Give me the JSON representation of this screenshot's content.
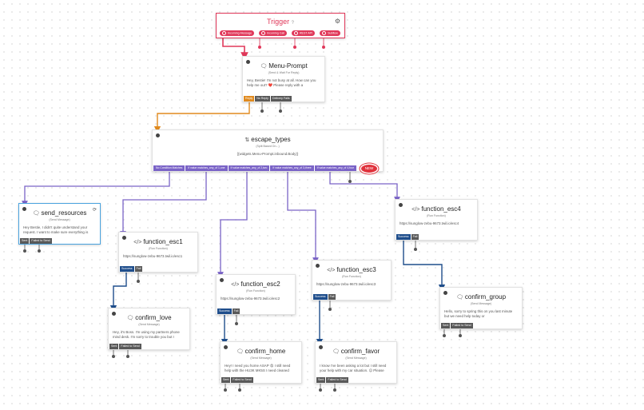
{
  "trigger": {
    "title": "Trigger",
    "help_icon": "help-icon",
    "settings_icon": "gear-icon",
    "ports": [
      "Incoming Message",
      "Incoming Call",
      "REST API",
      "Subflow"
    ]
  },
  "nodes": {
    "menu_prompt": {
      "title": "Menu-Prompt",
      "subtitle": "(Send & Wait For Reply)",
      "body": "Hey, Bestie! I'm not busy at all. How can you help me out? ❤️ Please reply with a",
      "ports": [
        "Reply",
        "No Reply",
        "Delivery Fails"
      ]
    },
    "escape_types": {
      "title": "escape_types",
      "subtitle": "(Split Based On...)",
      "body": "{{widgets.Menu-Prompt.inbound.Body}}",
      "ports": [
        "No Condition Matches",
        "If value matches_any_of 1,one",
        "If value matches_any_of 2,two",
        "If value matches_any_of 3,three",
        "If value matches_any_of 4,four"
      ],
      "badge": "NEW"
    },
    "send_resources": {
      "title": "send_resources",
      "subtitle": "(Send Message)",
      "body": "Hey Bestie, I didn't quite understand your request. I want to make sure everything is",
      "ports": [
        "Sent",
        "Failed to Send"
      ]
    },
    "function_esc1": {
      "title": "function_esc1",
      "subtitle": "(Run Function)",
      "body": "https://sunglow-zebu-9673.twil.io/esc1",
      "ports": [
        "Success",
        "Fail"
      ]
    },
    "function_esc2": {
      "title": "function_esc2",
      "subtitle": "(Run Function)",
      "body": "https://sunglow-zebu-9673.twil.io/esc2",
      "ports": [
        "Success",
        "Fail"
      ]
    },
    "function_esc3": {
      "title": "function_esc3",
      "subtitle": "(Run Function)",
      "body": "https://sunglow-zebu-9673.twil.io/esc3",
      "ports": [
        "Success",
        "Fail"
      ]
    },
    "function_esc4": {
      "title": "function_esc4",
      "subtitle": "(Run Function)",
      "body": "https://sunglow-zebu-9673.twil.io/esc4",
      "ports": [
        "Success",
        "Fail"
      ]
    },
    "confirm_love": {
      "title": "confirm_love",
      "subtitle": "(Send Message)",
      "body": "Hey, it's Boss. I'm using my partners phone mind desk. I'm sorry to trouble you but I",
      "ports": [
        "Sent",
        "Failed to Send"
      ]
    },
    "confirm_home": {
      "title": "confirm_home",
      "subtitle": "(Send Message)",
      "body": "Hey! I need you home ASAP 😡 I still need help with the HU3K MK5S I need cleaned",
      "ports": [
        "Sent",
        "Failed to Send"
      ]
    },
    "confirm_favor": {
      "title": "confirm_favor",
      "subtitle": "(Send Message)",
      "body": "I know I've been asking a lot but I still need your help with my car situation. 😔 Please",
      "ports": [
        "Sent",
        "Failed to Send"
      ]
    },
    "confirm_group": {
      "title": "confirm_group",
      "subtitle": "(Send Message)",
      "body": "Hello, sorry to spring this on you last minute but we need help today or",
      "ports": [
        "Sent",
        "Failed to Send"
      ]
    }
  },
  "colors": {
    "trigger": "#e0385a",
    "reply_wire": "#e08a1e",
    "condition_wire": "#7a63c7",
    "success_wire": "#1f4e8c",
    "selected_border": "#4aa3df"
  }
}
